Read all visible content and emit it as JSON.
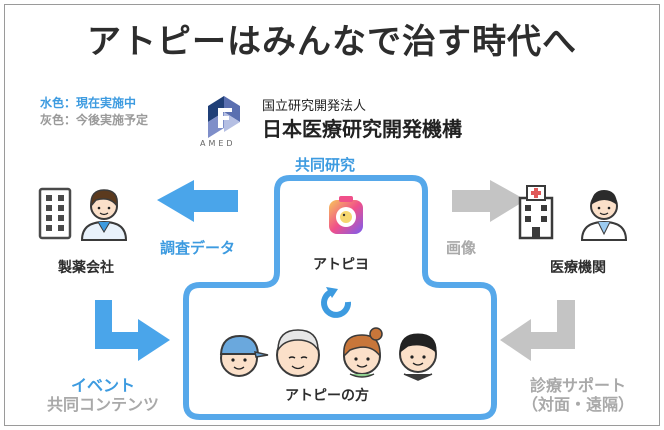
{
  "title": "アトピーはみんなで治す時代へ",
  "legend": {
    "active": "水色：現在実施中",
    "planned": "灰色：今後実施予定"
  },
  "organization": {
    "logo_text": "AMED",
    "sub_name": "国立研究開発法人",
    "name": "日本医療研究開発機構"
  },
  "joint_research": "共同研究",
  "app_name": "アトピヨ",
  "pharma_company": "製薬会社",
  "survey_data": "調査データ",
  "images": "画像",
  "medical_institution": "医療機関",
  "event": {
    "line1": "イベント",
    "line2": "共同コンテンツ"
  },
  "medical_support": {
    "line1": "診療サポート",
    "line2": "（対面・遠隔）"
  },
  "atopy_people": "アトピーの方",
  "colors": {
    "active_blue": "#3d9be0",
    "planned_gray": "#c4c4c4"
  },
  "icons": [
    "building-icon",
    "pharma-person-icon",
    "hospital-icon",
    "doctor-icon",
    "app-camera-icon",
    "cycle-icon",
    "person-cap-icon",
    "person-elderly-icon",
    "person-woman-icon",
    "person-man-icon"
  ]
}
